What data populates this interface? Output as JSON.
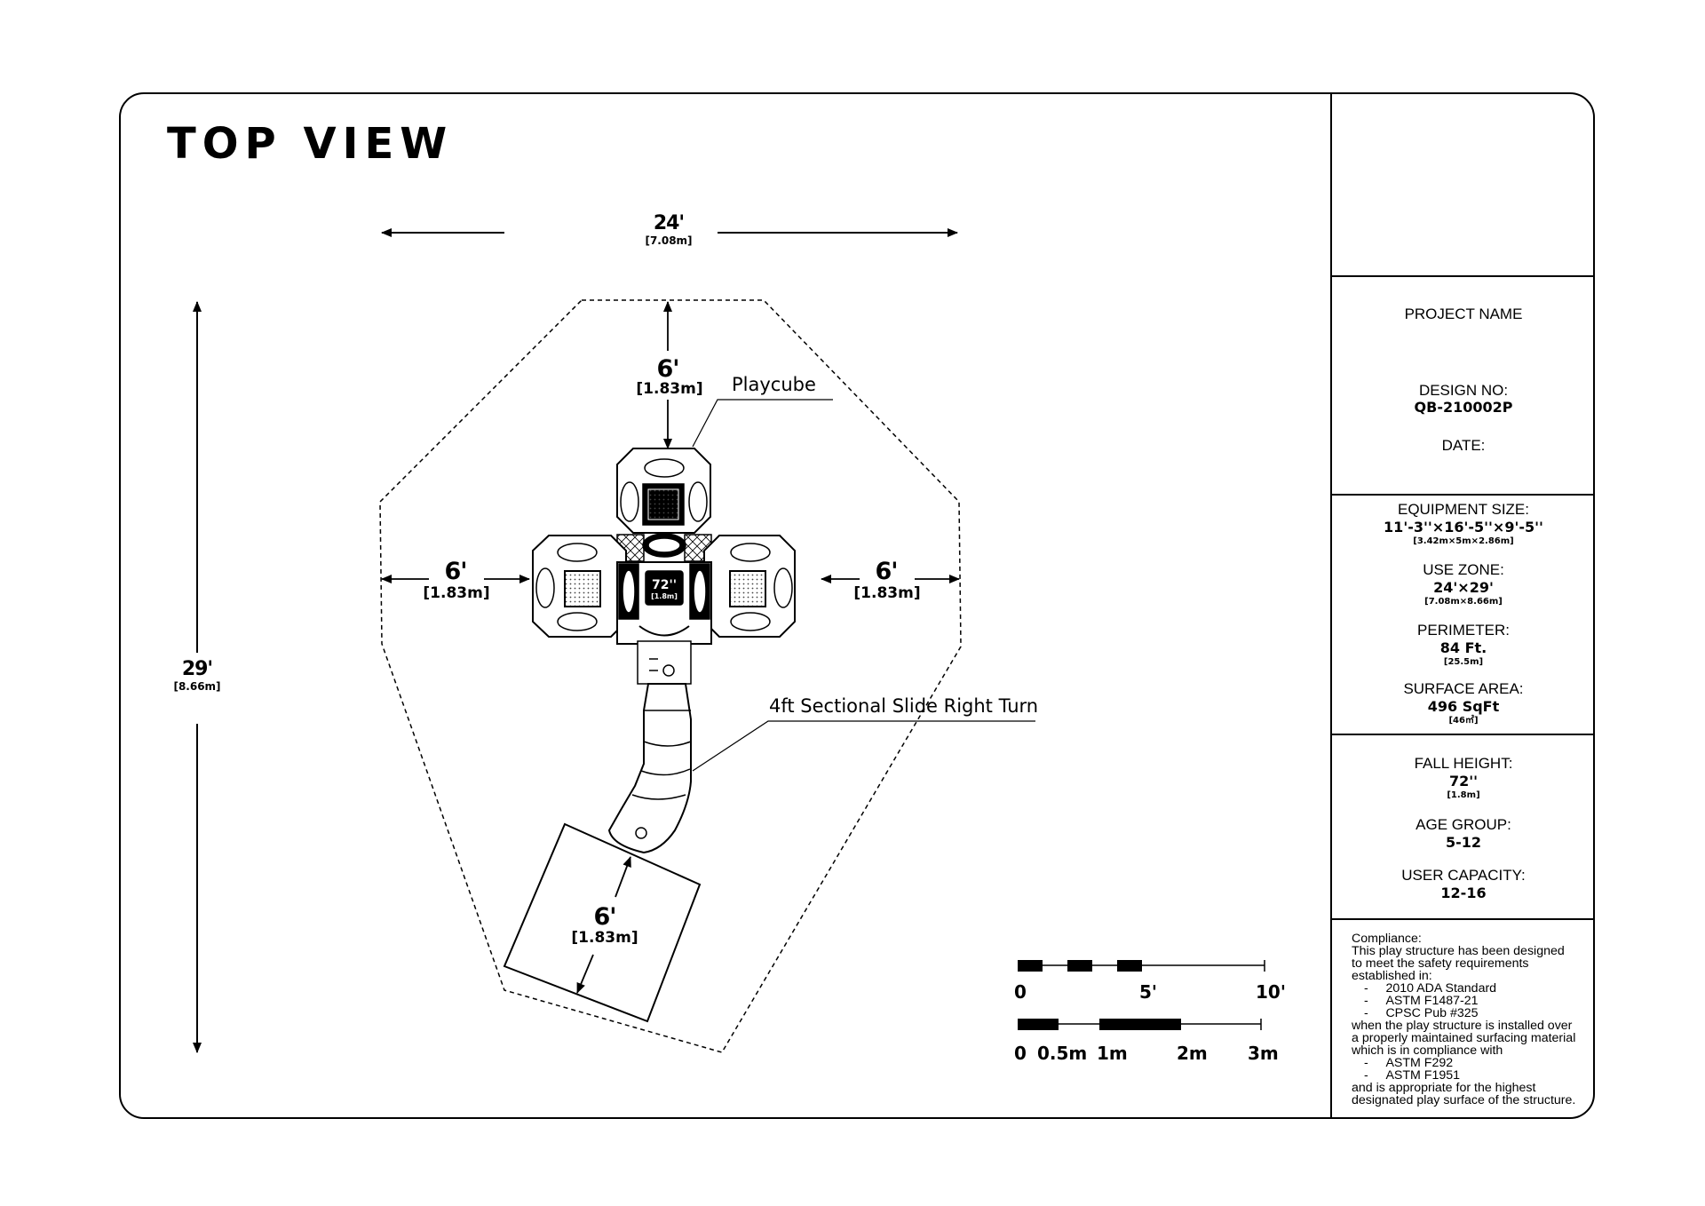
{
  "title": "TOP VIEW",
  "dimensions": {
    "overall_width": {
      "imperial": "24'",
      "metric": "[7.08m]"
    },
    "overall_depth": {
      "imperial": "29'",
      "metric": "[8.66m]"
    },
    "clear_top": {
      "imperial": "6'",
      "metric": "[1.83m]"
    },
    "clear_left": {
      "imperial": "6'",
      "metric": "[1.83m]"
    },
    "clear_right": {
      "imperial": "6'",
      "metric": "[1.83m]"
    },
    "clear_slide": {
      "imperial": "6'",
      "metric": "[1.83m]"
    }
  },
  "labels": {
    "playcube": "Playcube",
    "slide": "4ft Sectional Slide Right Turn",
    "deck_height": "72''",
    "deck_height_metric": "[1.8m]"
  },
  "scale": {
    "imperial": [
      "0",
      "5'",
      "10'"
    ],
    "metric": [
      "0",
      "0.5m",
      "1m",
      "2m",
      "3m"
    ]
  },
  "title_block": {
    "project_name_label": "PROJECT NAME",
    "design_no_label": "DESIGN NO:",
    "design_no": "QB-210002P",
    "date_label": "DATE:",
    "equipment_size_label": "EQUIPMENT SIZE:",
    "equipment_size": "11'-3''×16'-5''×9'-5''",
    "equipment_size_metric": "[3.42m×5m×2.86m]",
    "use_zone_label": "USE ZONE:",
    "use_zone": "24'×29'",
    "use_zone_metric": "[7.08m×8.66m]",
    "perimeter_label": "PERIMETER:",
    "perimeter": "84 Ft.",
    "perimeter_metric": "[25.5m]",
    "surface_area_label": "SURFACE AREA:",
    "surface_area": "496 SqFt",
    "surface_area_metric": "[46㎡]",
    "fall_height_label": "FALL HEIGHT:",
    "fall_height": "72''",
    "fall_height_metric": "[1.8m]",
    "age_group_label": "AGE GROUP:",
    "age_group": "5-12",
    "user_capacity_label": "USER CAPACITY:",
    "user_capacity": "12-16"
  },
  "compliance": {
    "heading": "Compliance:",
    "intro": [
      "This play structure has been designed",
      "to meet the safety requirements",
      "established in:"
    ],
    "standards": [
      "2010 ADA Standard",
      "ASTM F1487-21",
      "CPSC Pub #325"
    ],
    "middle": [
      "when the play structure is installed over",
      "a properly maintained surfacing material",
      "which is in compliance with"
    ],
    "surfacing": [
      "ASTM F292",
      "ASTM F1951"
    ],
    "outro": [
      "and is appropriate for the highest",
      "designated play surface of the structure."
    ]
  }
}
